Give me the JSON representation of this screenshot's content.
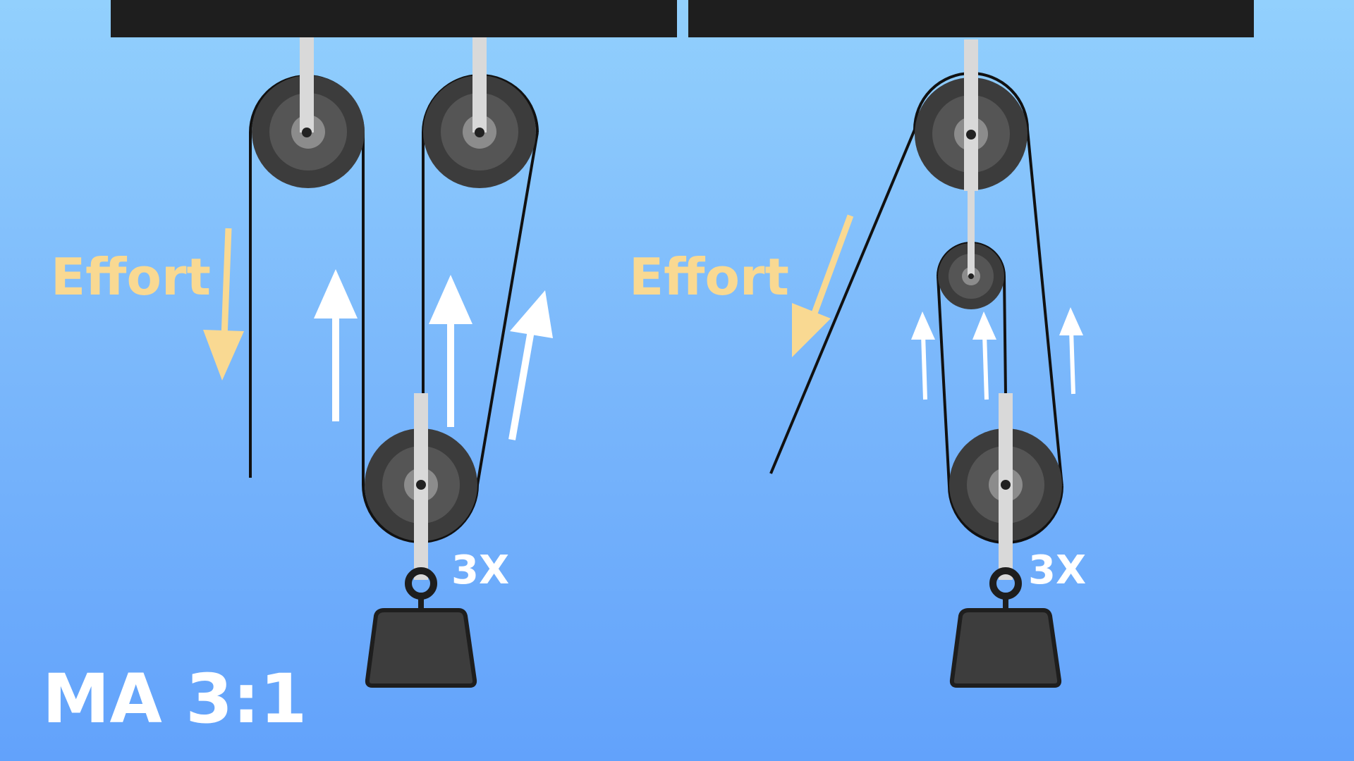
{
  "diagram": {
    "left": {
      "effort_label": "Effort",
      "multiplier_label": "3X"
    },
    "right": {
      "effort_label": "Effort",
      "multiplier_label": "3X"
    },
    "ma_label": "MA 3:1"
  },
  "colors": {
    "background_top": "#92d0fd",
    "background_bottom": "#62a2fb",
    "ceiling": "#1e1e1e",
    "pulley_outer": "#3c3c3c",
    "pulley_inner": "#555555",
    "axle_hub": "#8c8c8c",
    "bracket": "#d9d9d9",
    "rope": "#111111",
    "weight": "#3d3d3d",
    "effort_arrow": "#f9d992",
    "tension_arrow": "#ffffff",
    "label_text": "#ffffff",
    "effort_text": "#f9d992"
  }
}
